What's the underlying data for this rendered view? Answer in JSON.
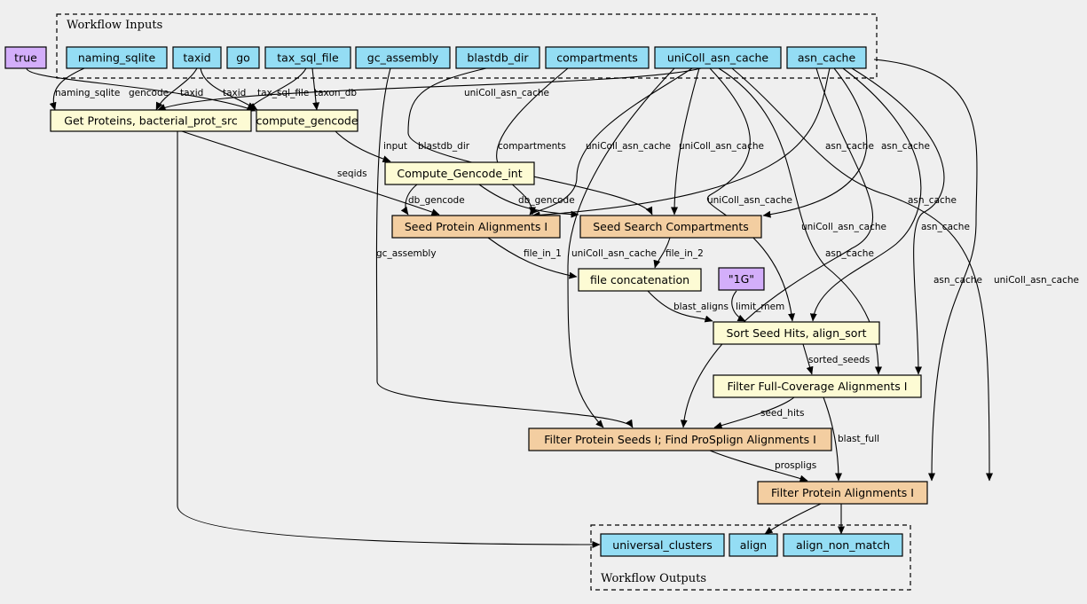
{
  "clusters": {
    "inputs": "Workflow Inputs",
    "outputs": "Workflow Outputs"
  },
  "colors": {
    "background": "#efefef",
    "input_fill": "#94ddf4",
    "param_fill": "#d3aefa",
    "step_fill": "#fdfbd4",
    "subworkflow_fill": "#f3cea1",
    "output_fill": "#94ddf4"
  },
  "nodes": {
    "true_param": "true",
    "naming_sqlite": "naming_sqlite",
    "taxid": "taxid",
    "go": "go",
    "tax_sql_file": "tax_sql_file",
    "gc_assembly": "gc_assembly",
    "blastdb_dir": "blastdb_dir",
    "compartments": "compartments",
    "uniColl_asn_cache": "uniColl_asn_cache",
    "asn_cache": "asn_cache",
    "get_proteins": "Get Proteins, bacterial_prot_src",
    "compute_gencode": "compute_gencode",
    "compute_gencode_int": "Compute_Gencode_int",
    "seed_protein": "Seed Protein Alignments I",
    "seed_search": "Seed Search Compartments",
    "file_concat": "file concatenation",
    "limit_1g": "\"1G\"",
    "sort_seed": "Sort Seed Hits, align_sort",
    "filter_full": "Filter Full-Coverage Alignments I",
    "filter_seeds": "Filter Protein Seeds I; Find ProSplign Alignments I",
    "filter_protein": "Filter Protein Alignments I",
    "universal_clusters": "universal_clusters",
    "align": "align",
    "align_non_match": "align_non_match"
  },
  "edge_labels": {
    "naming_sqlite": "naming_sqlite",
    "gencode": "gencode",
    "taxid_1": "taxid",
    "taxid_2": "taxid",
    "tax_sql_file": "tax_sql_file",
    "taxon_db": "taxon_db",
    "unicoll_top": "uniColl_asn_cache",
    "input": "input",
    "blastdb_dir": "blastdb_dir",
    "compartments": "compartments",
    "unicoll_1": "uniColl_asn_cache",
    "unicoll_2": "uniColl_asn_cache",
    "asn_cache_1": "asn_cache",
    "asn_cache_2": "asn_cache",
    "seqids": "seqids",
    "db_gencode_1": "db_gencode",
    "db_gencode_2": "db_gencode",
    "unicoll_3": "uniColl_asn_cache",
    "asn_cache_3": "asn_cache",
    "unicoll_4": "uniColl_asn_cache",
    "asn_cache_4": "asn_cache",
    "gc_assembly": "gc_assembly",
    "file_in_1": "file_in_1",
    "unicoll_5": "uniColl_asn_cache",
    "file_in_2": "file_in_2",
    "asn_cache_5": "asn_cache",
    "asn_cache_6": "asn_cache",
    "unicoll_6": "uniColl_asn_cache",
    "blast_aligns": "blast_aligns",
    "limit_mem": "limit_mem",
    "sorted_seeds": "sorted_seeds",
    "seed_hits": "seed_hits",
    "blast_full": "blast_full",
    "prospligs": "prospligs"
  }
}
